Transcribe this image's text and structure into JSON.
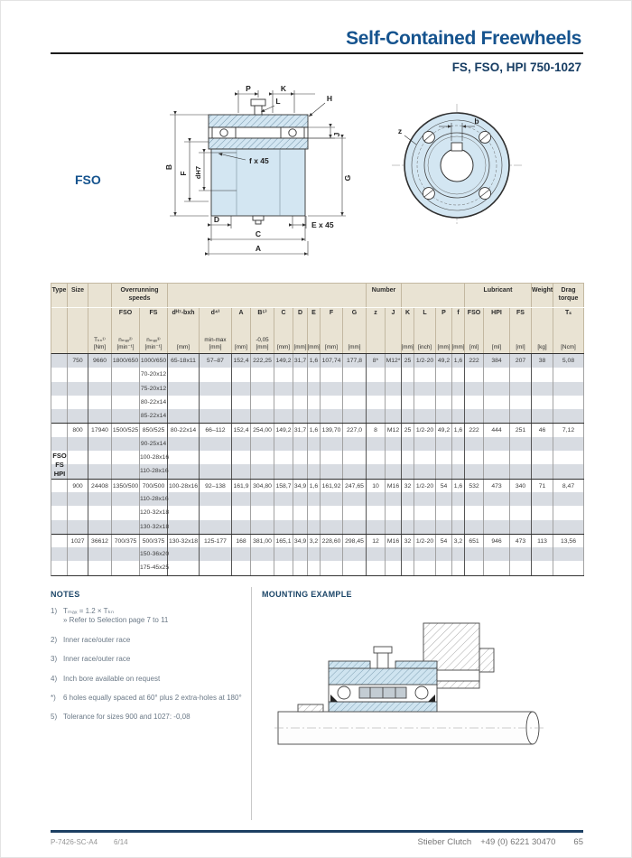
{
  "header": {
    "title": "Self-Contained Freewheels",
    "subtitle": "FS, FSO, HPI 750-1027"
  },
  "colors": {
    "title_blue": "#15538e",
    "subtitle_navy": "#173d63",
    "header_beige": "#e9e3d3",
    "row_stripe": "#d8dce2",
    "diagram_fill": "#d3e6f2",
    "footer_rule_navy": "#1c3f63"
  },
  "diagram": {
    "model_label": "FSO",
    "section_labels": {
      "p": "P",
      "k": "K",
      "l": "L",
      "h": "H",
      "j": "J",
      "b": "B",
      "f": "F",
      "d_bore": "dH7",
      "f_chamfer": "f x 45",
      "g": "G",
      "d": "D",
      "e_chamfer": "E x 45",
      "c": "C",
      "a": "A"
    },
    "front_labels": {
      "z": "z",
      "b": "b"
    }
  },
  "table": {
    "type_label": "Type",
    "size_label": "Size",
    "type_value": "FSO\nFS\nHPI",
    "group_labels": {
      "overrunning": "Overrunning speeds",
      "number": "Number",
      "lubricant": "Lubricant",
      "weight": "Weight",
      "drag": "Drag torque"
    },
    "columns": [
      {
        "sym": "",
        "sub": "Tₖₙ¹⁾",
        "unit": "[Nm]"
      },
      {
        "sym": "FSO",
        "sub": "nₘₐₓ²⁾",
        "unit": "[min⁻¹]"
      },
      {
        "sym": "FS",
        "sub": "nₘₐₓ³⁾",
        "unit": "[min⁻¹]"
      },
      {
        "sym": "dᴴ⁷-bxh",
        "sub": "",
        "unit": "[mm]"
      },
      {
        "sym": "d⁴⁾",
        "sub": "min-max",
        "unit": "[mm]"
      },
      {
        "sym": "A",
        "sub": "",
        "unit": "[mm]"
      },
      {
        "sym": "B⁵⁾",
        "sub": "-0,05",
        "unit": "[mm]"
      },
      {
        "sym": "C",
        "sub": "",
        "unit": "[mm]"
      },
      {
        "sym": "D",
        "sub": "",
        "unit": "[mm]"
      },
      {
        "sym": "E",
        "sub": "",
        "unit": "[mm]"
      },
      {
        "sym": "F",
        "sub": "",
        "unit": "[mm]"
      },
      {
        "sym": "G",
        "sub": "",
        "unit": "[mm]"
      },
      {
        "sym": "z",
        "sub": "",
        "unit": ""
      },
      {
        "sym": "J",
        "sub": "",
        "unit": ""
      },
      {
        "sym": "K",
        "sub": "",
        "unit": "[mm]"
      },
      {
        "sym": "L",
        "sub": "",
        "unit": "[inch]"
      },
      {
        "sym": "P",
        "sub": "",
        "unit": "[mm]"
      },
      {
        "sym": "f",
        "sub": "",
        "unit": "[mm]"
      },
      {
        "sym": "FSO",
        "sub": "",
        "unit": "[ml]"
      },
      {
        "sym": "HPI",
        "sub": "",
        "unit": "[ml]"
      },
      {
        "sym": "FS",
        "sub": "",
        "unit": "[ml]"
      },
      {
        "sym": "",
        "sub": "",
        "unit": "[kg]"
      },
      {
        "sym": "Tₛ",
        "sub": "",
        "unit": "[Ncm]"
      }
    ],
    "groups": [
      {
        "size": "750",
        "tkn": "9660",
        "fso_speed": "1800/650",
        "fs_speed": "1000/650",
        "bores": [
          "65-18x11",
          "70-20x12",
          "75-20x12",
          "80-22x14",
          "85-22x14"
        ],
        "d4": "57–87",
        "A": "152,4",
        "B": "222,25",
        "C": "149,2",
        "D": "31,7",
        "E": "1,6",
        "F": "107,74",
        "G": "177,8",
        "z": "8*",
        "J": "M12*",
        "K": "25",
        "L": "1/2-20",
        "P": "49,2",
        "f": "1,6",
        "lub_fso": "222",
        "lub_hpi": "384",
        "lub_fs": "207",
        "weight": "38",
        "drag": "5,08"
      },
      {
        "size": "800",
        "tkn": "17940",
        "fso_speed": "1500/525",
        "fs_speed": "850/525",
        "bores": [
          "80-22x14",
          "90-25x14",
          "100-28x16",
          "110-28x16"
        ],
        "d4": "66–112",
        "A": "152,4",
        "B": "254,00",
        "C": "149,2",
        "D": "31,7",
        "E": "1,6",
        "F": "139,70",
        "G": "227,0",
        "z": "8",
        "J": "M12",
        "K": "25",
        "L": "1/2-20",
        "P": "49,2",
        "f": "1,6",
        "lub_fso": "222",
        "lub_hpi": "444",
        "lub_fs": "251",
        "weight": "46",
        "drag": "7,12"
      },
      {
        "size": "900",
        "tkn": "24408",
        "fso_speed": "1350/500",
        "fs_speed": "700/500",
        "bores": [
          "100-28x16",
          "110-28x16",
          "120-32x18",
          "130-32x18"
        ],
        "d4": "92–138",
        "A": "161,9",
        "B": "304,80",
        "C": "158,7",
        "D": "34,9",
        "E": "1,6",
        "F": "161,92",
        "G": "247,65",
        "z": "10",
        "J": "M16",
        "K": "32",
        "L": "1/2-20",
        "P": "54",
        "f": "1,6",
        "lub_fso": "532",
        "lub_hpi": "473",
        "lub_fs": "340",
        "weight": "71",
        "drag": "8,47"
      },
      {
        "size": "1027",
        "tkn": "36612",
        "fso_speed": "700/375",
        "fs_speed": "500/375",
        "bores": [
          "130-32x18",
          "150-36x20",
          "175-45x25"
        ],
        "d4": "125-177",
        "A": "168",
        "B": "381,00",
        "C": "165,1",
        "D": "34,9",
        "E": "3,2",
        "F": "228,60",
        "G": "298,45",
        "z": "12",
        "J": "M16",
        "K": "32",
        "L": "1/2-20",
        "P": "54",
        "f": "3,2",
        "lub_fso": "651",
        "lub_hpi": "946",
        "lub_fs": "473",
        "weight": "113",
        "drag": "13,56"
      }
    ]
  },
  "notes": {
    "heading": "NOTES",
    "items": [
      {
        "marker": "1)",
        "text": "Tₘₐₓ = 1.2 × Tₖₙ",
        "text2": "» Refer to Selection page 7 to 11"
      },
      {
        "marker": "2)",
        "text": "Inner race/outer race",
        "text2": ""
      },
      {
        "marker": "3)",
        "text": "Inner race/outer race",
        "text2": ""
      },
      {
        "marker": "4)",
        "text": "Inch bore available on request",
        "text2": ""
      },
      {
        "marker": "*)",
        "text": "6 holes equally spaced at 60° plus 2 extra-holes at 180°",
        "text2": ""
      },
      {
        "marker": "5)",
        "text": "Tolerance for sizes 900 and 1027: -0,08",
        "text2": ""
      }
    ]
  },
  "mounting": {
    "heading": "MOUNTING EXAMPLE"
  },
  "footer": {
    "doc_code": "P-7426-SC-A4",
    "issue": "6/14",
    "brand": "Stieber Clutch",
    "phone": "+49 (0) 6221 30470",
    "page_number": "65"
  }
}
